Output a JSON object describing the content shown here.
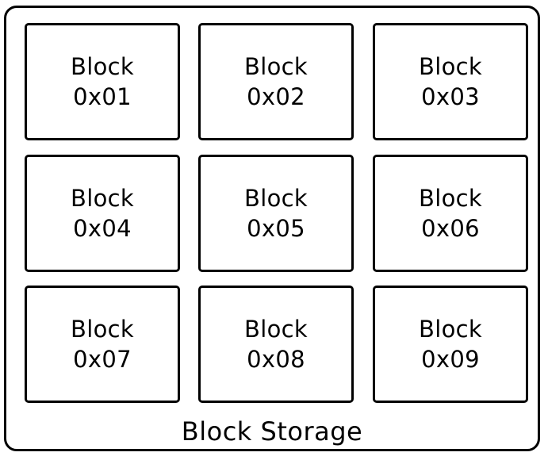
{
  "storage": {
    "label": "Block Storage"
  },
  "blocks": [
    {
      "line1": "Block",
      "line2": "0x01"
    },
    {
      "line1": "Block",
      "line2": "0x02"
    },
    {
      "line1": "Block",
      "line2": "0x03"
    },
    {
      "line1": "Block",
      "line2": "0x04"
    },
    {
      "line1": "Block",
      "line2": "0x05"
    },
    {
      "line1": "Block",
      "line2": "0x06"
    },
    {
      "line1": "Block",
      "line2": "0x07"
    },
    {
      "line1": "Block",
      "line2": "0x08"
    },
    {
      "line1": "Block",
      "line2": "0x09"
    }
  ],
  "colors": {
    "stroke": "#000000",
    "fill": "#ffffff"
  }
}
